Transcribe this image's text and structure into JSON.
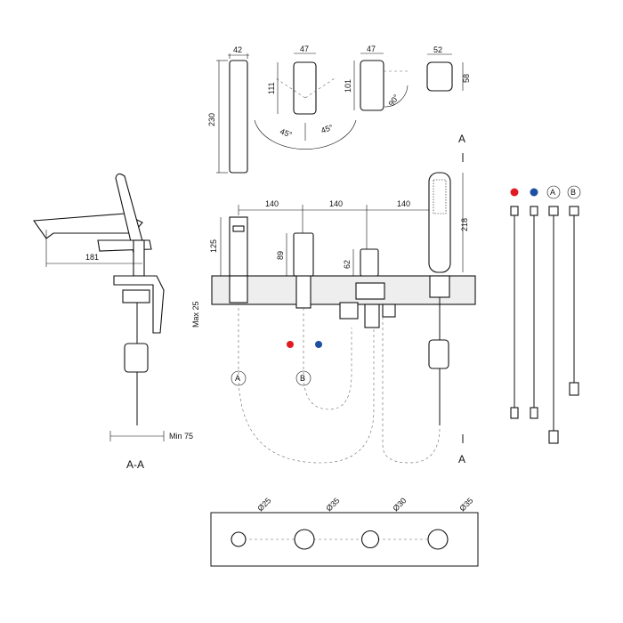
{
  "dims": {
    "w42": "42",
    "w47a": "47",
    "w47b": "47",
    "w52": "52",
    "h58": "58",
    "h230": "230",
    "h111": "111",
    "h101": "101",
    "a90": "90°",
    "a45l": "45°",
    "a45r": "45°",
    "s140a": "140",
    "s140b": "140",
    "s140c": "140",
    "h218": "218",
    "h125": "125",
    "h89": "89",
    "h62": "62",
    "max25": "Max 25",
    "d181": "181",
    "min75": "Min 75",
    "d25": "Ø25",
    "d35a": "Ø35",
    "d30": "Ø30",
    "d35b": "Ø35"
  },
  "labels": {
    "section_top": "A",
    "section_bottom": "A",
    "section_view": "A-A",
    "hose_a": "A",
    "hose_b": "B",
    "legend_a": "A",
    "legend_b": "B"
  },
  "colors": {
    "hot": "#e11b22",
    "cold": "#1e50a2"
  }
}
